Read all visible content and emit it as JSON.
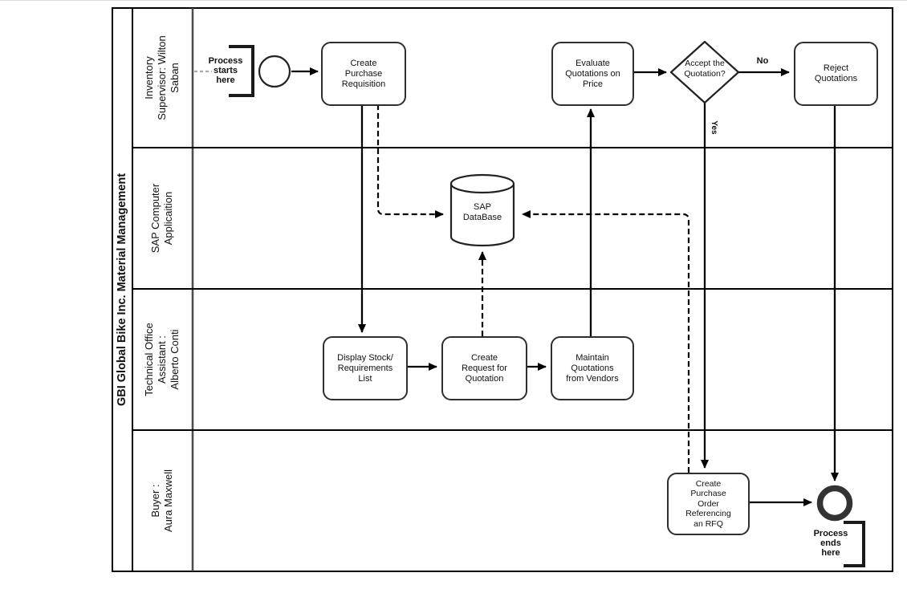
{
  "pool": {
    "title": "GBI Global Bike Inc. Material Management"
  },
  "lanes": [
    {
      "label": "Inventory\nSupervisor: Wilton\nSaban"
    },
    {
      "label": "SAP Computer\nApplicaition"
    },
    {
      "label": "Technical Office\nAssistant :\nAlberto Conti"
    },
    {
      "label": "Buyer :\nAura Maxwell"
    }
  ],
  "annotations": {
    "start": "Process\nstarts\nhere",
    "end": "Process\nends\nhere"
  },
  "tasks": {
    "create_purchase_requisition": "Create\nPurchase\nRequisition",
    "evaluate_quotations": "Evaluate\nQuotations on\nPrice",
    "reject_quotations": "Reject\nQuotations",
    "display_stock": "Display Stock/\nRequirements\nList",
    "create_rfq": "Create\nRequest for\nQuotation",
    "maintain_quotations": "Maintain\nQuotations\nfrom Vendors",
    "create_po": "Create\nPurchase\nOrder\nReferencing\nan RFQ"
  },
  "datastore": {
    "label": "SAP\nDataBase"
  },
  "gateway": {
    "label": "Accept the\nQuotation?",
    "yes_label": "Yes",
    "no_label": "No"
  },
  "colors": {
    "line": "#000000",
    "box_border": "#2e2e2e",
    "end_event_ring": "#333333",
    "gray_dash": "#aaaaaa",
    "background": "#ffffff"
  }
}
